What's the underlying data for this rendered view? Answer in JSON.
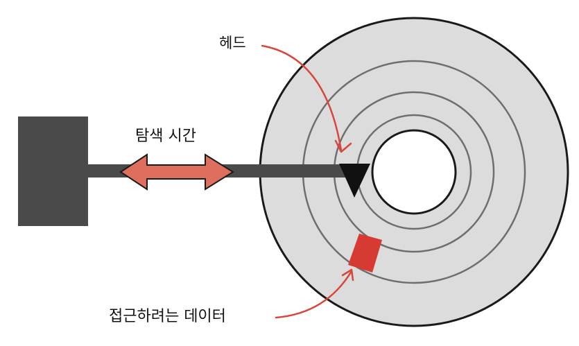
{
  "labels": {
    "head": "헤드",
    "seek_time": "탐색 시간",
    "target_data": "접근하려는 데이터"
  },
  "colors": {
    "platter": "#dcdcdc",
    "outline": "#1a1a1a",
    "track": "#6e6e6e",
    "arm": "#4a4a4a",
    "actuator": "#4a4a4a",
    "seek_arrow": "#df6f5c",
    "data_sector": "#d63a33",
    "pointer_arrow": "#d9453c",
    "head": "#111111"
  }
}
